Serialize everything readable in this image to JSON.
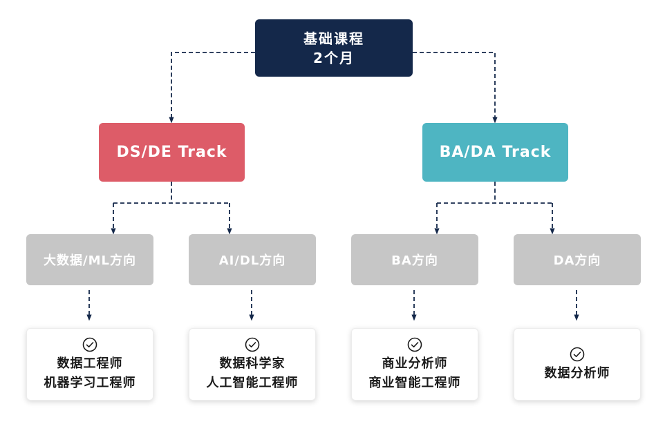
{
  "root": {
    "line1": "基础课程",
    "line2": "2个月"
  },
  "tracks": [
    {
      "label": "DS/DE Track",
      "color": "#dd5c68"
    },
    {
      "label": "BA/DA Track",
      "color": "#4eb5c2"
    }
  ],
  "directions": [
    {
      "label": "大数据/ML方向"
    },
    {
      "label": "AI/DL方向"
    },
    {
      "label": "BA方向"
    },
    {
      "label": "DA方向"
    }
  ],
  "roles": [
    {
      "line1": "数据工程师",
      "line2": "机器学习工程师",
      "icon": "check-circle-icon"
    },
    {
      "line1": "数据科学家",
      "line2": "人工智能工程师",
      "icon": "check-circle-icon"
    },
    {
      "line1": "商业分析师",
      "line2": "商业智能工程师",
      "icon": "check-circle-icon"
    },
    {
      "line1": "数据分析师",
      "line2": "",
      "icon": "check-circle-icon"
    }
  ],
  "colors": {
    "root_bg": "#14284a",
    "direction_bg": "#c6c6c6",
    "connector": "#14284a"
  }
}
